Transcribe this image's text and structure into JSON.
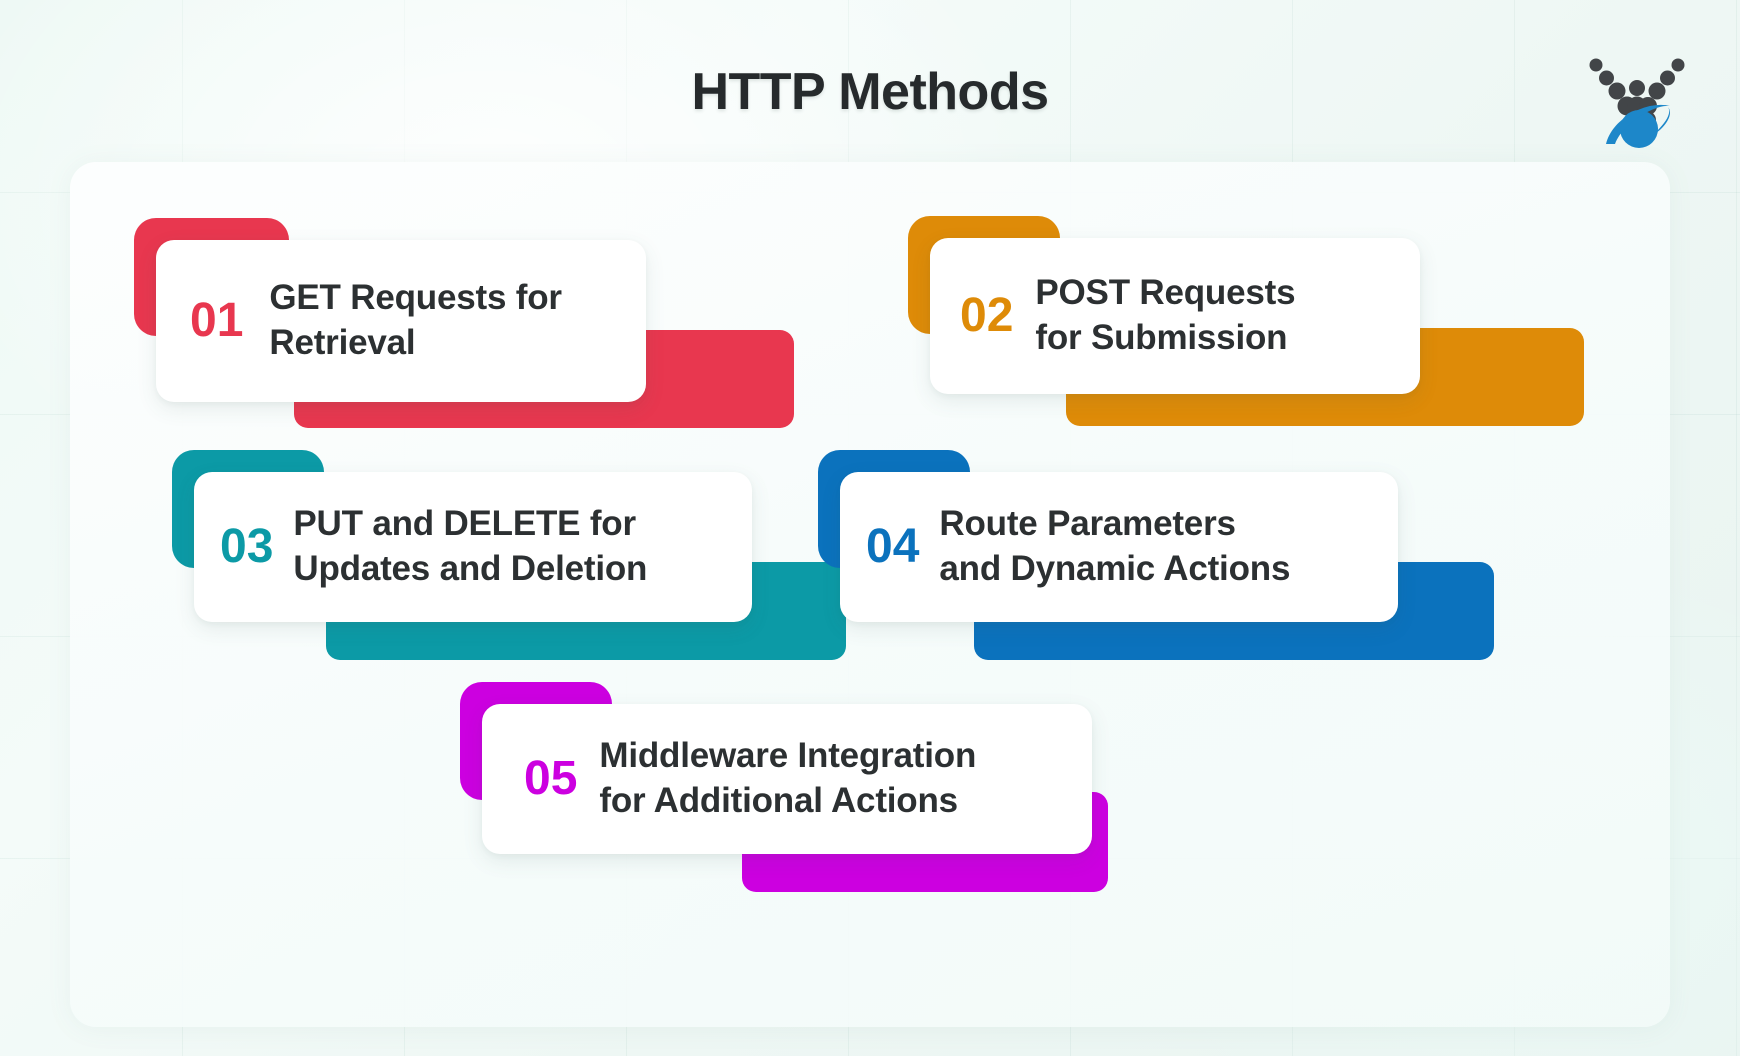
{
  "slide": {
    "title": "HTTP Methods",
    "background_color": "#eef7f4",
    "panel_color": "#fafdfc",
    "title_color": "#262a2c",
    "body_text_color": "#2c3032"
  },
  "logo": {
    "name": "funnel-dots-planet-logo",
    "dot_color": "#424548",
    "planet_color": "#1d87c9"
  },
  "cards": [
    {
      "number": "01",
      "color": "#e8374f",
      "lines": [
        "GET Requests for",
        "Retrieval"
      ],
      "text": "GET Requests for Retrieval"
    },
    {
      "number": "02",
      "color": "#de8b08",
      "lines": [
        "POST Requests",
        "for Submission"
      ],
      "text": "POST Requests for Submission"
    },
    {
      "number": "03",
      "color": "#0c9aa6",
      "lines": [
        "PUT and DELETE for",
        "Updates and Deletion"
      ],
      "text": "PUT and DELETE for Updates and Deletion"
    },
    {
      "number": "04",
      "color": "#0b72bd",
      "lines": [
        "Route Parameters",
        "and Dynamic Actions"
      ],
      "text": "Route Parameters and Dynamic Actions"
    },
    {
      "number": "05",
      "color": "#cc00e0",
      "lines": [
        "Middleware Integration",
        "for Additional Actions"
      ],
      "text": "Middleware Integration for Additional Actions"
    }
  ]
}
